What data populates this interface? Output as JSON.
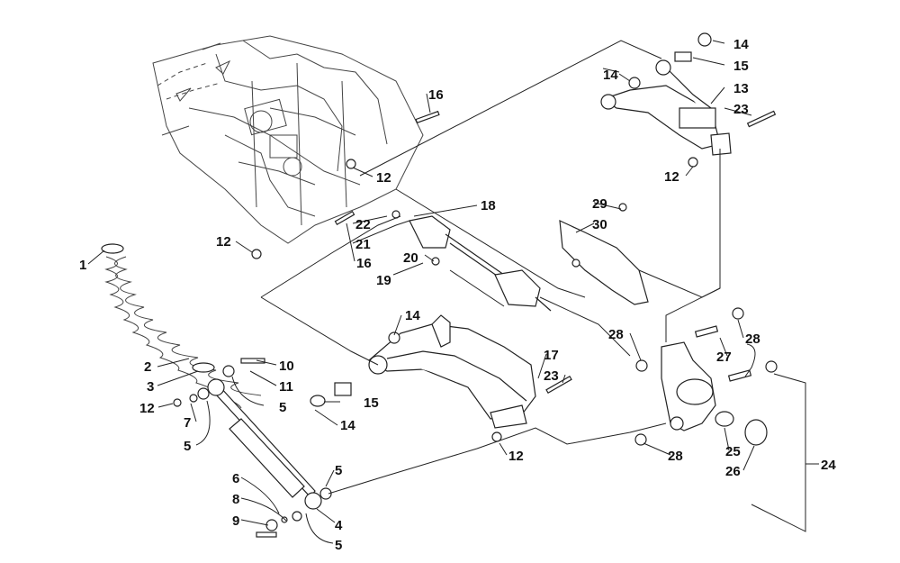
{
  "callouts": [
    {
      "id": "c1",
      "text": "1"
    },
    {
      "id": "c2",
      "text": "2"
    },
    {
      "id": "c3",
      "text": "3"
    },
    {
      "id": "c4",
      "text": "4"
    },
    {
      "id": "c5a",
      "text": "5"
    },
    {
      "id": "c5b",
      "text": "5"
    },
    {
      "id": "c5c",
      "text": "5"
    },
    {
      "id": "c5d",
      "text": "5"
    },
    {
      "id": "c6",
      "text": "6"
    },
    {
      "id": "c7",
      "text": "7"
    },
    {
      "id": "c8",
      "text": "8"
    },
    {
      "id": "c9",
      "text": "9"
    },
    {
      "id": "c10",
      "text": "10"
    },
    {
      "id": "c11",
      "text": "11"
    },
    {
      "id": "c12a",
      "text": "12"
    },
    {
      "id": "c12b",
      "text": "12"
    },
    {
      "id": "c12c",
      "text": "12"
    },
    {
      "id": "c12d",
      "text": "12"
    },
    {
      "id": "c12e",
      "text": "12"
    },
    {
      "id": "c13",
      "text": "13"
    },
    {
      "id": "c14a",
      "text": "14"
    },
    {
      "id": "c14b",
      "text": "14"
    },
    {
      "id": "c14c",
      "text": "14"
    },
    {
      "id": "c14d",
      "text": "14"
    },
    {
      "id": "c15a",
      "text": "15"
    },
    {
      "id": "c15b",
      "text": "15"
    },
    {
      "id": "c16a",
      "text": "16"
    },
    {
      "id": "c16b",
      "text": "16"
    },
    {
      "id": "c17",
      "text": "17"
    },
    {
      "id": "c18",
      "text": "18"
    },
    {
      "id": "c19",
      "text": "19"
    },
    {
      "id": "c20",
      "text": "20"
    },
    {
      "id": "c21",
      "text": "21"
    },
    {
      "id": "c22",
      "text": "22"
    },
    {
      "id": "c23a",
      "text": "23"
    },
    {
      "id": "c23b",
      "text": "23"
    },
    {
      "id": "c24",
      "text": "24"
    },
    {
      "id": "c25",
      "text": "25"
    },
    {
      "id": "c26",
      "text": "26"
    },
    {
      "id": "c27",
      "text": "27"
    },
    {
      "id": "c28a",
      "text": "28"
    },
    {
      "id": "c28b",
      "text": "28"
    },
    {
      "id": "c28c",
      "text": "28"
    },
    {
      "id": "c29",
      "text": "29"
    },
    {
      "id": "c30",
      "text": "30"
    }
  ]
}
